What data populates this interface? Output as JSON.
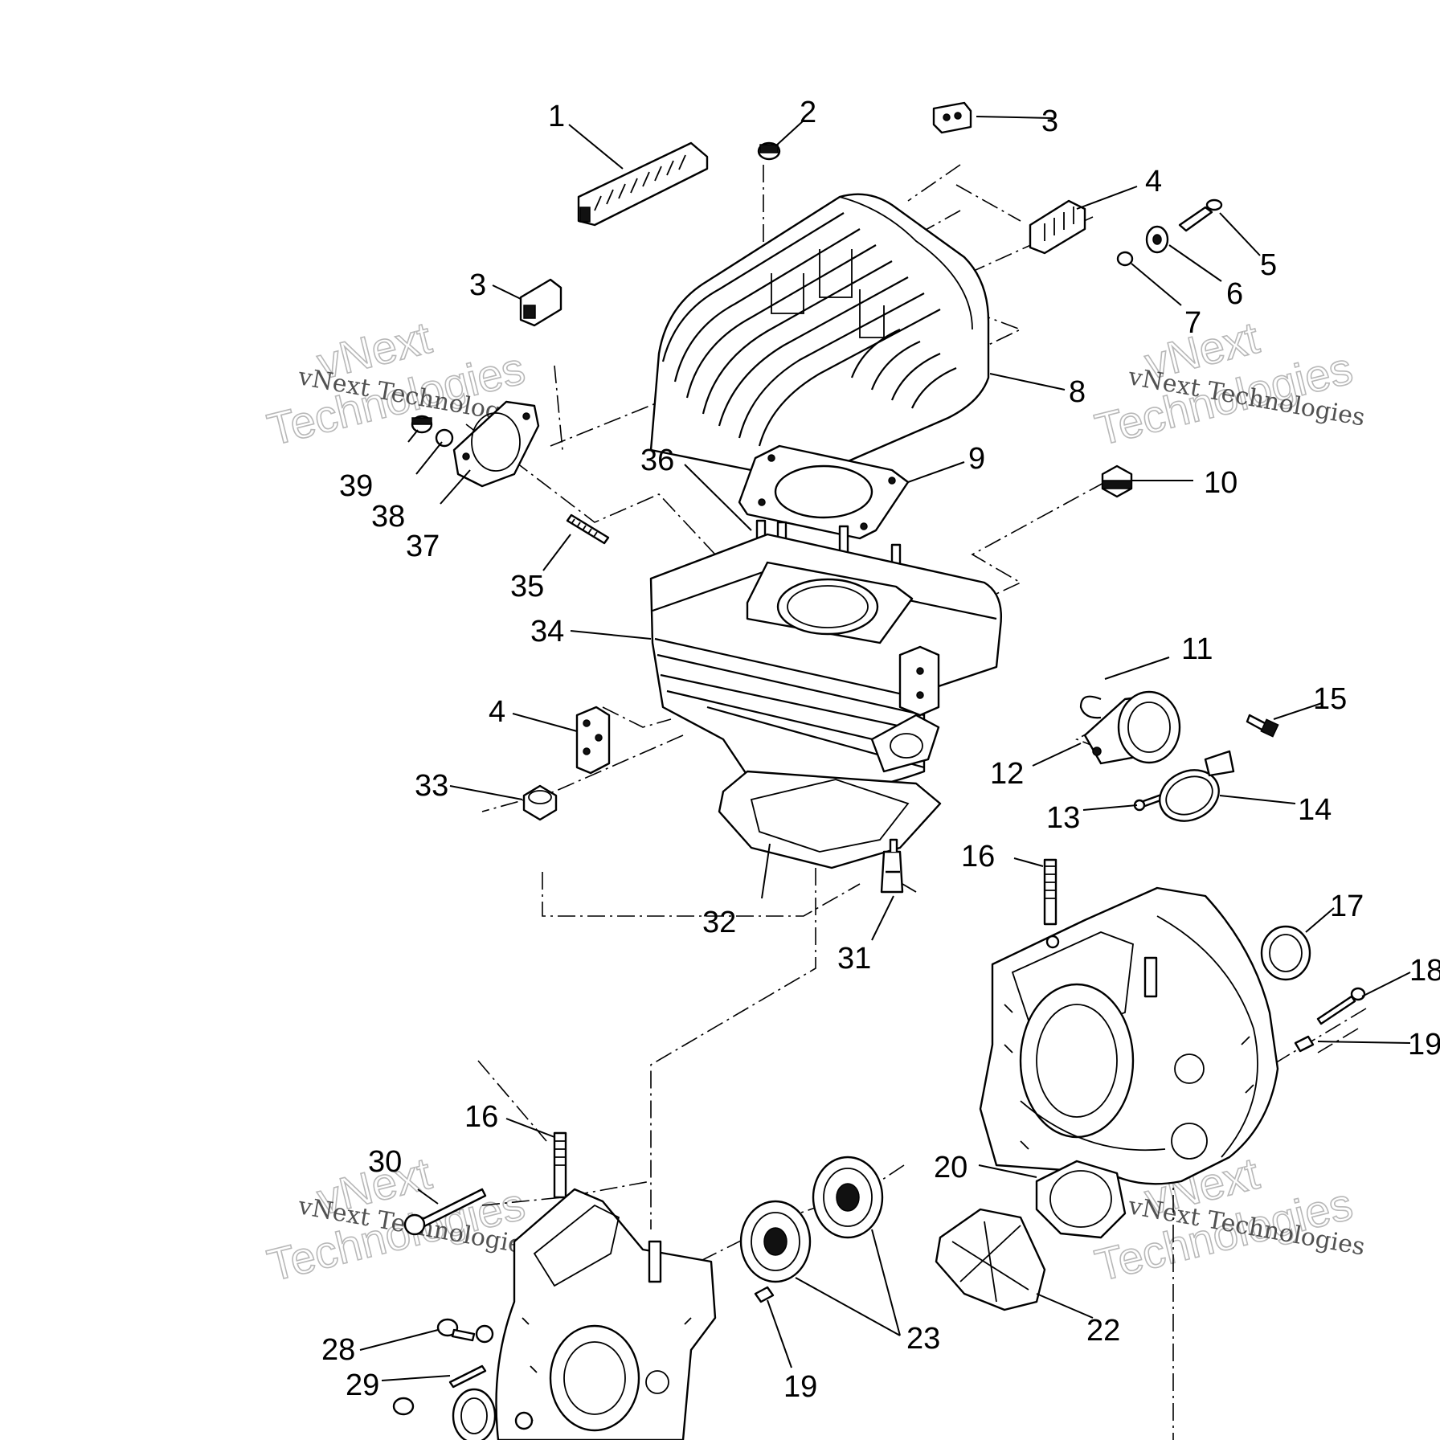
{
  "callouts": [
    {
      "id": "c1",
      "text": "1"
    },
    {
      "id": "c2",
      "text": "2"
    },
    {
      "id": "c3a",
      "text": "3"
    },
    {
      "id": "c3b",
      "text": "3"
    },
    {
      "id": "c4a",
      "text": "4"
    },
    {
      "id": "c4b",
      "text": "4"
    },
    {
      "id": "c5",
      "text": "5"
    },
    {
      "id": "c6",
      "text": "6"
    },
    {
      "id": "c7",
      "text": "7"
    },
    {
      "id": "c8",
      "text": "8"
    },
    {
      "id": "c9",
      "text": "9"
    },
    {
      "id": "c10",
      "text": "10"
    },
    {
      "id": "c11",
      "text": "11"
    },
    {
      "id": "c12",
      "text": "12"
    },
    {
      "id": "c13",
      "text": "13"
    },
    {
      "id": "c14",
      "text": "14"
    },
    {
      "id": "c15",
      "text": "15"
    },
    {
      "id": "c16a",
      "text": "16"
    },
    {
      "id": "c16b",
      "text": "16"
    },
    {
      "id": "c17",
      "text": "17"
    },
    {
      "id": "c18",
      "text": "18"
    },
    {
      "id": "c19a",
      "text": "19"
    },
    {
      "id": "c19b",
      "text": "19"
    },
    {
      "id": "c20",
      "text": "20"
    },
    {
      "id": "c22",
      "text": "22"
    },
    {
      "id": "c23",
      "text": "23"
    },
    {
      "id": "c28",
      "text": "28"
    },
    {
      "id": "c29",
      "text": "29"
    },
    {
      "id": "c30",
      "text": "30"
    },
    {
      "id": "c31",
      "text": "31"
    },
    {
      "id": "c32",
      "text": "32"
    },
    {
      "id": "c33",
      "text": "33"
    },
    {
      "id": "c34",
      "text": "34"
    },
    {
      "id": "c35",
      "text": "35"
    },
    {
      "id": "c36",
      "text": "36"
    },
    {
      "id": "c37",
      "text": "37"
    },
    {
      "id": "c38",
      "text": "38"
    },
    {
      "id": "c39",
      "text": "39"
    }
  ],
  "watermark": {
    "line1": "vNext",
    "line2": "Technologies",
    "small": "vNext Technologies"
  },
  "colors": {
    "ink": "#000000",
    "paper": "#ffffff",
    "watermark": "#b8b8b8"
  }
}
